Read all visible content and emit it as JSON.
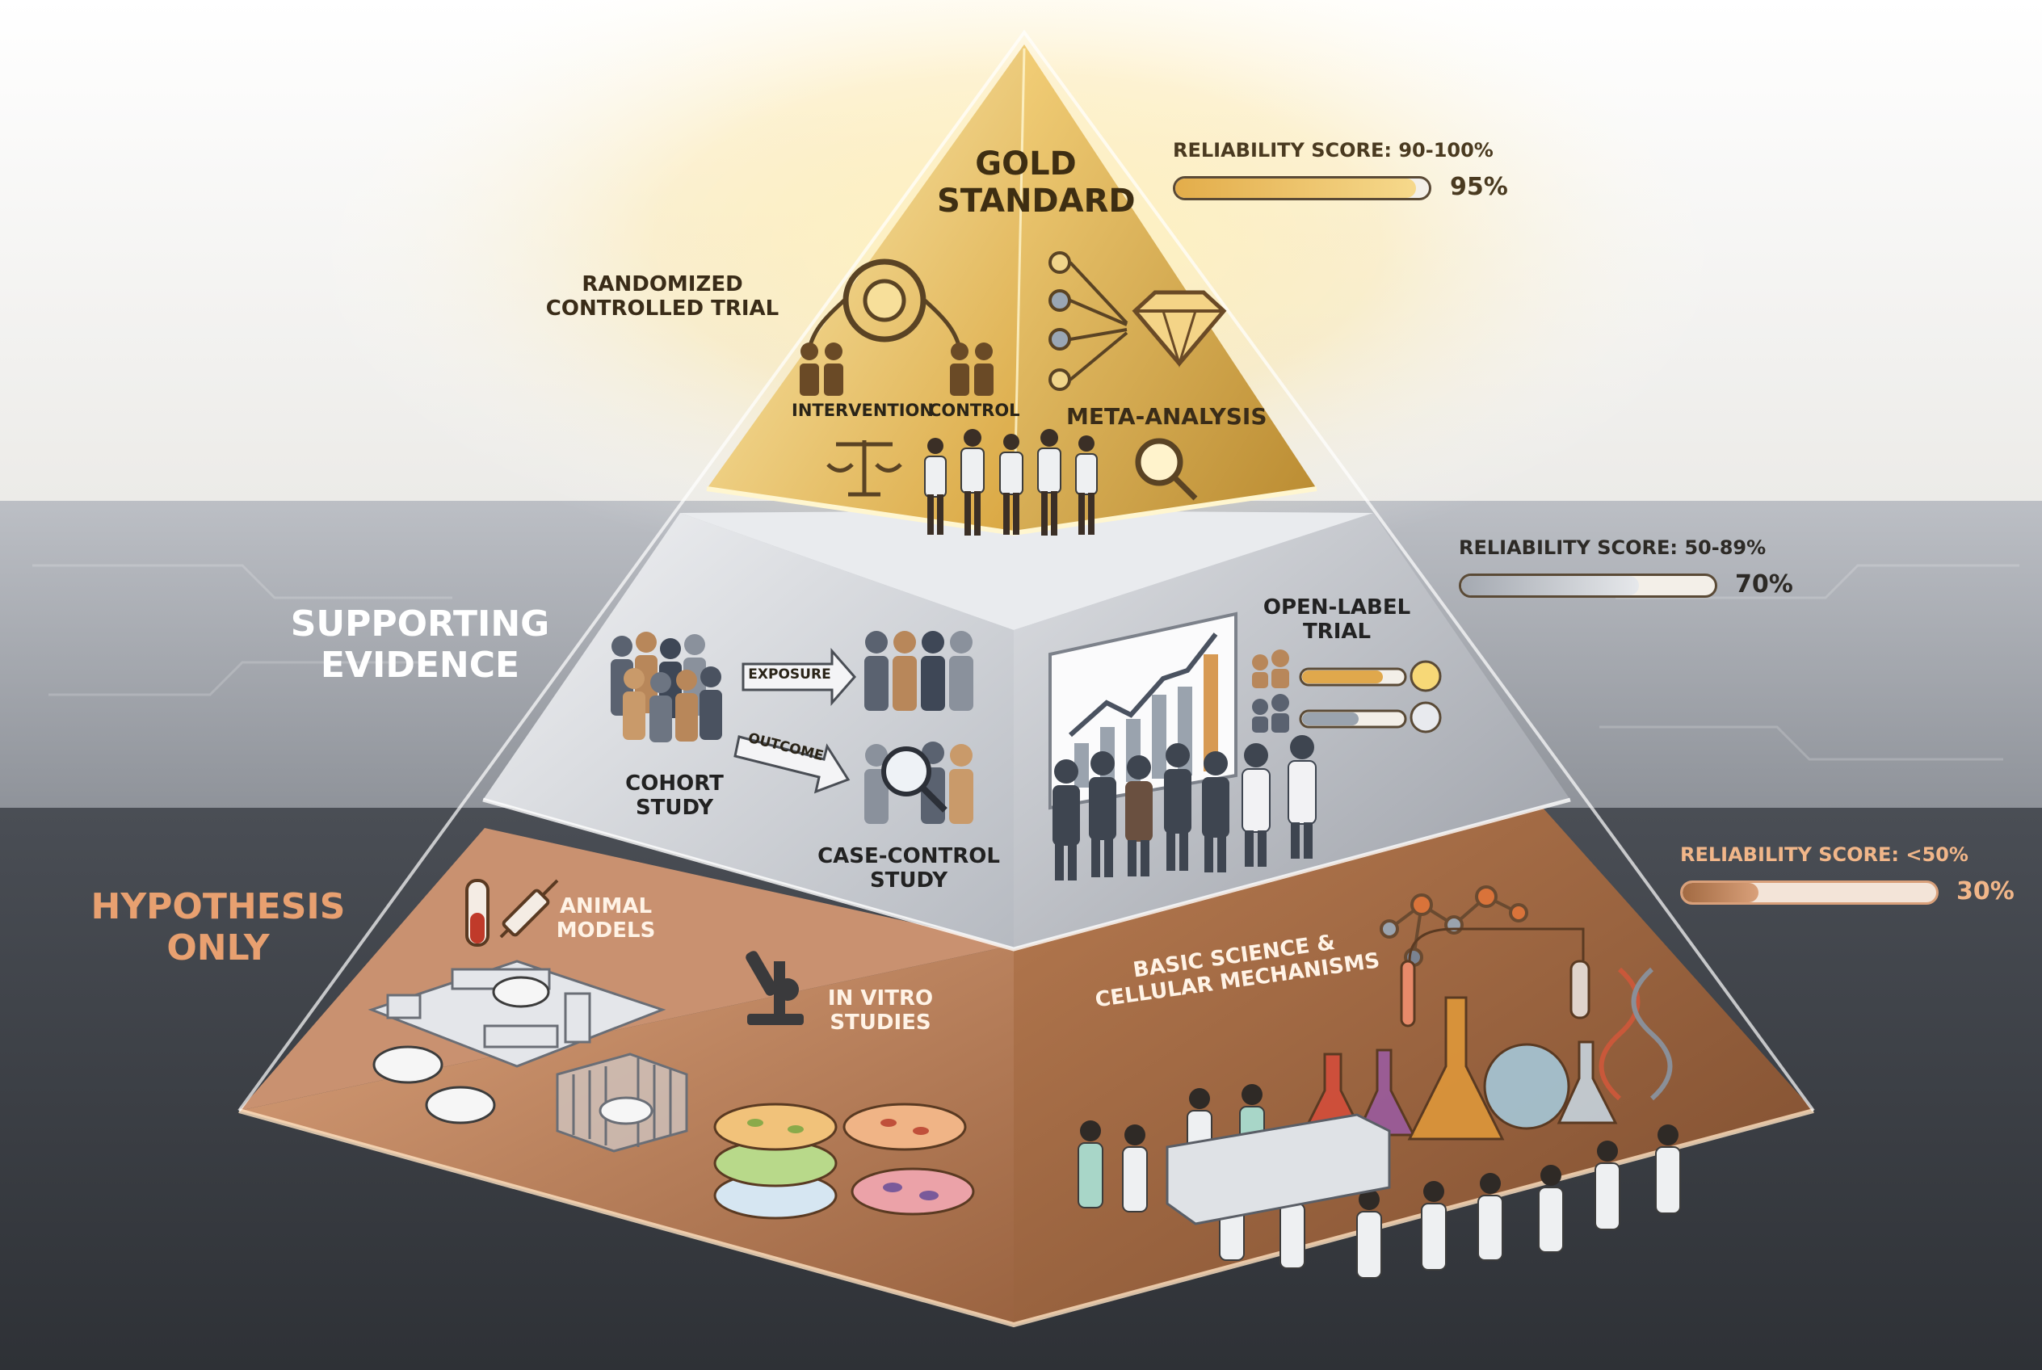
{
  "tiers": {
    "gold": {
      "title_line1": "GOLD",
      "title_line2": "STANDARD"
    },
    "supporting": {
      "title_line1": "SUPPORTING",
      "title_line2": "EVIDENCE"
    },
    "hypothesis": {
      "title_line1": "HYPOTHESIS",
      "title_line2": "ONLY"
    }
  },
  "studies": {
    "rct_line1": "RANDOMIZED",
    "rct_line2": "CONTROLLED TRIAL",
    "intervention": "INTERVENTION",
    "control": "CONTROL",
    "meta_analysis": "META-ANALYSIS",
    "cohort_line1": "COHORT",
    "cohort_line2": "STUDY",
    "exposure": "EXPOSURE",
    "outcome": "OUTCOME",
    "case_control_line1": "CASE-CONTROL",
    "case_control_line2": "STUDY",
    "open_label_line1": "OPEN-LABEL",
    "open_label_line2": "TRIAL",
    "animal_line1": "ANIMAL",
    "animal_line2": "MODELS",
    "in_vitro_line1": "IN VITRO",
    "in_vitro_line2": "STUDIES",
    "basic_line1": "BASIC SCIENCE &",
    "basic_line2": "CELLULAR MECHANISMS"
  },
  "scores": [
    {
      "label": "RELIABILITY SCORE: 90-100%",
      "value": 95,
      "display": "95%"
    },
    {
      "label": "RELIABILITY SCORE: 50-89%",
      "value": 70,
      "display": "70%"
    },
    {
      "label": "RELIABILITY SCORE: <50%",
      "value": 30,
      "display": "30%"
    }
  ],
  "colors": {
    "gold": "#e8b84a",
    "silver": "#c9ccd2",
    "bronze": "#b27a4e",
    "bronze_text": "#e8a070",
    "dark_text": "#2d2a26",
    "white_text": "#ffffff"
  },
  "icons": [
    "randomization-wheel-icon",
    "people-icon",
    "diamond-icon",
    "scales-icon",
    "magnifier-icon",
    "scientists-icon",
    "chart-icon",
    "smiley-icon",
    "test-tube-icon",
    "syringe-icon",
    "maze-icon",
    "mouse-icon",
    "cage-icon",
    "microscope-icon",
    "petri-dish-icon",
    "molecule-icon",
    "flask-icon",
    "dna-icon"
  ]
}
